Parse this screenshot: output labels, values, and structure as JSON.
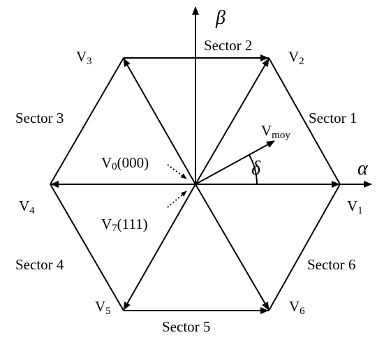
{
  "diagram": {
    "colors": {
      "stroke": "#000000",
      "background": "#ffffff"
    },
    "axes": {
      "alpha": "α",
      "beta": "β"
    },
    "vectors": {
      "v1": {
        "base": "V",
        "sub": "1"
      },
      "v2": {
        "base": "V",
        "sub": "2"
      },
      "v3": {
        "base": "V",
        "sub": "3"
      },
      "v4": {
        "base": "V",
        "sub": "4"
      },
      "v5": {
        "base": "V",
        "sub": "5"
      },
      "v6": {
        "base": "V",
        "sub": "6"
      },
      "v0": {
        "base": "V",
        "sub": "0",
        "state": "(000)"
      },
      "v7": {
        "base": "V",
        "sub": "7",
        "state": "(111)"
      },
      "vmoy": {
        "base": "V",
        "sub": "moy"
      }
    },
    "angle": "δ",
    "sectors": {
      "s1": "Sector 1",
      "s2": "Sector 2",
      "s3": "Sector 3",
      "s4": "Sector 4",
      "s5": "Sector 5",
      "s6": "Sector 6"
    }
  }
}
